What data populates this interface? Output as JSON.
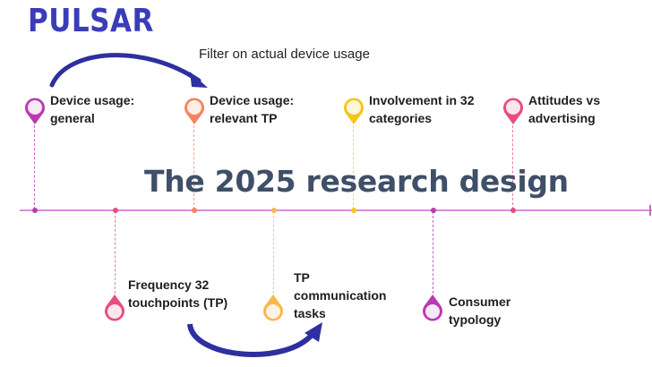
{
  "logo": {
    "text": "PULSAR",
    "color": "#3a3db8"
  },
  "title": {
    "text": "The 2025 research design",
    "color": "#3f4f68"
  },
  "filter_annotation": {
    "text": "Filter on actual device usage"
  },
  "arrow_color": "#2e2fa0",
  "axis": {
    "color": "#d88fd8"
  },
  "milestones_top": [
    {
      "label_line1": "Device usage:",
      "label_line2": "general",
      "color": "#b83bb0",
      "icon": "map-pin-icon"
    },
    {
      "label_line1": "Device usage:",
      "label_line2": "relevant TP",
      "color": "#f4845f",
      "icon": "map-pin-icon"
    },
    {
      "label_line1": "Involvement in 32",
      "label_line2": "categories",
      "color": "#f5c518",
      "icon": "map-pin-icon"
    },
    {
      "label_line1": "Attitudes vs",
      "label_line2": "advertising",
      "color": "#e94b82",
      "icon": "map-pin-icon"
    }
  ],
  "milestones_bottom": [
    {
      "label_line1": "Frequency 32",
      "label_line2": "touchpoints (TP)",
      "color": "#e94b82",
      "icon": "map-pin-icon"
    },
    {
      "label_line1": "TP",
      "label_line2": "communication",
      "label_line3": "tasks",
      "color": "#f7b84b",
      "icon": "map-pin-icon"
    },
    {
      "label_line1": "Consumer",
      "label_line2": "typology",
      "color": "#b83bb0",
      "icon": "map-pin-icon"
    }
  ]
}
